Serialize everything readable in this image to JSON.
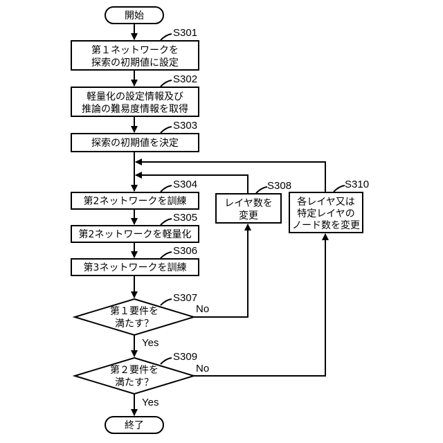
{
  "start": "開始",
  "end": "終了",
  "steps": {
    "s301": {
      "id": "S301",
      "line1": "第１ネットワークを",
      "line2": "探索の初期値に設定"
    },
    "s302": {
      "id": "S302",
      "line1": "軽量化の設定情報及び",
      "line2": "推論の難易度情報を取得"
    },
    "s303": {
      "id": "S303",
      "text": "探索の初期値を決定"
    },
    "s304": {
      "id": "S304",
      "text": "第2ネットワークを訓練"
    },
    "s305": {
      "id": "S305",
      "text": "第2ネットワークを軽量化"
    },
    "s306": {
      "id": "S306",
      "text": "第3ネットワークを訓練"
    },
    "s307": {
      "id": "S307",
      "line1": "第１要件を",
      "line2": "満たす？"
    },
    "s308": {
      "id": "S308",
      "line1": "レイヤ数を",
      "line2": "変更"
    },
    "s309": {
      "id": "S309",
      "line1": "第２要件を",
      "line2": "満たす？"
    },
    "s310": {
      "id": "S310",
      "line1": "各レイヤ又は",
      "line2": "特定レイヤの",
      "line3": "ノード数を変更"
    }
  },
  "branches": {
    "yes": "Yes",
    "no": "No"
  }
}
